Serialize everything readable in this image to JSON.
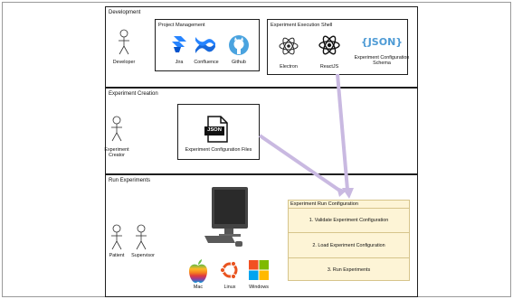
{
  "lanes": {
    "development": "Development",
    "creation": "Experiment Creation",
    "run": "Run Experiments"
  },
  "actors": {
    "developer": "Developer",
    "creator": "Experiment\nCreator",
    "patient": "Patient",
    "supervisor": "Supervisor"
  },
  "project_management": {
    "title": "Project Management",
    "tools": [
      "Jira",
      "Confluence",
      "Github"
    ]
  },
  "execution_shell": {
    "title": "Experiment Execution Shell",
    "json_logo": "{JSON}",
    "items": [
      "Electron",
      "ReactJS",
      "Experiment Configuration\nSchema"
    ]
  },
  "config_files": {
    "badge": "JSON",
    "label": "Experiment Configuration Files"
  },
  "run_config": {
    "title": "Experiment Run Configuration",
    "steps": [
      "1. Validate Experiment Configuration",
      "2. Load Experiment Configuration",
      "3. Run Experiments"
    ]
  },
  "platforms": [
    "Mac",
    "Linux",
    "Windows"
  ],
  "colors": {
    "arrow": "#c9b9e1",
    "run_config_fill": "#fdf4d6",
    "run_config_border": "#d6c48b",
    "jira": "#2684ff",
    "confluence": "#1868db",
    "github": "#4aa3df",
    "json_logo": "#4e9bd5"
  }
}
